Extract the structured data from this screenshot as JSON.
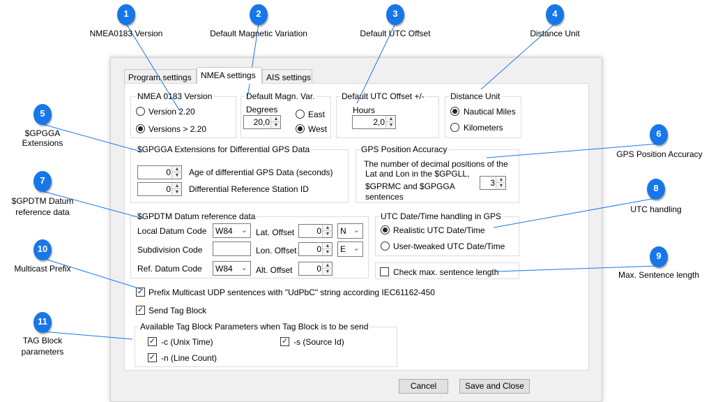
{
  "callouts": [
    {
      "num": "1",
      "label": "NMEA0183 Version"
    },
    {
      "num": "2",
      "label": "Default Magnetic Variation"
    },
    {
      "num": "3",
      "label": "Default UTC Offset"
    },
    {
      "num": "4",
      "label": "Distance Unit"
    },
    {
      "num": "5",
      "label_l1": "$GPGGA",
      "label_l2": "Extensions"
    },
    {
      "num": "6",
      "label": "GPS Position Accuracy"
    },
    {
      "num": "7",
      "label_l1": "$GPDTM Datum",
      "label_l2": "reference data"
    },
    {
      "num": "8",
      "label": "UTC handling"
    },
    {
      "num": "9",
      "label": "Max. Sentence length"
    },
    {
      "num": "10",
      "label": "Multicast Prefix"
    },
    {
      "num": "11",
      "label_l1": "TAG Block",
      "label_l2": "parameters"
    }
  ],
  "tabs": [
    "Program settings",
    "NMEA settings",
    "AIS settings"
  ],
  "nmea_version": {
    "title": "NMEA 0183 Version",
    "opt1": "Version 2.20",
    "opt2": "Versions > 2.20"
  },
  "magn_var": {
    "title": "Default Magn. Var.",
    "degrees_label": "Degrees",
    "value": "20,0",
    "east": "East",
    "west": "West"
  },
  "utc_offset": {
    "title": "Default UTC Offset +/-",
    "hours_label": "Hours",
    "value": "2,0"
  },
  "distance": {
    "title": "Distance Unit",
    "opt1": "Nautical Miles",
    "opt2": "Kilometers"
  },
  "gpgga": {
    "title": "$GPGGA Extensions for Differential GPS Data",
    "age_value": "0",
    "age_label": "Age of differential GPS Data (seconds)",
    "station_value": "0",
    "station_label": "Differential Reference Station ID"
  },
  "accuracy": {
    "title": "GPS Position Accuracy",
    "l1": "The number of decimal  positions of the",
    "l2": "Lat and Lon in the $GPGLL,",
    "l3": "$GPRMC and $GPGGA",
    "l4": "sentences",
    "value": "3"
  },
  "gpdtm": {
    "title": "$GPDTM Datum reference data",
    "local_label": "Local Datum Code",
    "local_value": "W84",
    "subdiv_label": "Subdivision Code",
    "subdiv_value": "",
    "ref_label": "Ref. Datum Code",
    "ref_value": "W84",
    "lat_label": "Lat. Offset",
    "lat_value": "0",
    "lat_dir": "N",
    "lon_label": "Lon. Offset",
    "lon_value": "0",
    "lon_dir": "E",
    "alt_label": "Alt. Offset",
    "alt_value": "0"
  },
  "utc_handling": {
    "title": "UTC Date/Time handling in GPS",
    "opt1": "Realistic UTC Date/Time",
    "opt2": "User-tweaked UTC Date/Time"
  },
  "max_len": {
    "label": "Check max. sentence length"
  },
  "prefix": {
    "label": "Prefix Multicast UDP sentences with \"UdPbC\" string according IEC61162-450"
  },
  "tag_block": {
    "label": "Send Tag Block"
  },
  "tag_params": {
    "title": "Available Tag Block Parameters when Tag Block is to be send",
    "c": "-c (Unix Time)",
    "s": "-s (Source Id)",
    "n": "-n (Line Count)"
  },
  "buttons": {
    "cancel": "Cancel",
    "save": "Save and Close"
  },
  "colors": {
    "badge": "#1877e8",
    "leader": "#1877e8"
  }
}
